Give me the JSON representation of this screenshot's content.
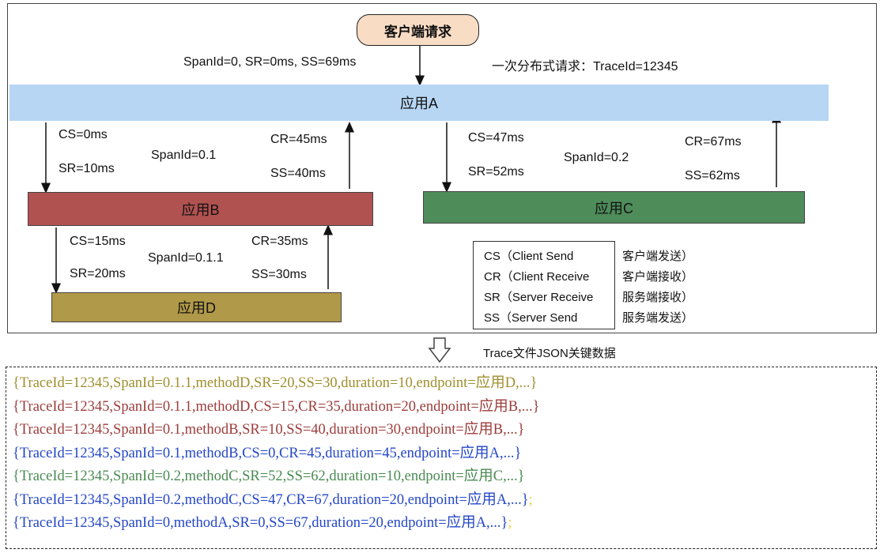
{
  "client_request": "客户端请求",
  "root_span_label": "SpanId=0, SR=0ms, SS=69ms",
  "trace_note": "一次分布式请求：TraceId=12345",
  "apps": {
    "a": "应用A",
    "b": "应用B",
    "c": "应用C",
    "d": "应用D"
  },
  "edge_ab": {
    "cs": "CS=0ms",
    "sr": "SR=10ms",
    "span": "SpanId=0.1",
    "cr": "CR=45ms",
    "ss": "SS=40ms"
  },
  "edge_ac": {
    "cs": "CS=47ms",
    "sr": "SR=52ms",
    "span": "SpanId=0.2",
    "cr": "CR=67ms",
    "ss": "SS=62ms"
  },
  "edge_bd": {
    "cs": "CS=15ms",
    "sr": "SR=20ms",
    "span": "SpanId=0.1.1",
    "cr": "CR=35ms",
    "ss": "SS=30ms"
  },
  "legend": [
    {
      "abbr": "CS",
      "full": "（Client Send",
      "cn": "客户端发送）"
    },
    {
      "abbr": "CR",
      "full": "（Client Receive",
      "cn": "客户端接收）"
    },
    {
      "abbr": "SR",
      "full": "（Server Receive",
      "cn": "服务端接收）"
    },
    {
      "abbr": "SS",
      "full": "（Server Send",
      "cn": "服务端发送）"
    }
  ],
  "trace_file_caption": "Trace文件JSON关键数据",
  "colors": {
    "olive": "#a08f2e",
    "red": "#9c3d3b",
    "blue": "#2447c7",
    "green": "#4a8a52",
    "yellow": "#e8d23a"
  },
  "json_lines": [
    {
      "text": "{TraceId=12345,SpanId=0.1.1,methodD,SR=20,SS=30,duration=10,endpoint=应用D,...}",
      "suffix": "",
      "color": "#a08f2e"
    },
    {
      "text": "{TraceId=12345,SpanId=0.1.1,methodD,CS=15,CR=35,duration=20,endpoint=应用B,...}",
      "suffix": "",
      "color": "#9c3d3b"
    },
    {
      "text": "{TraceId=12345,SpanId=0.1,methodB,SR=10,SS=40,duration=30,endpoint=应用B,...}",
      "suffix": "",
      "color": "#9c3d3b"
    },
    {
      "text": "{TraceId=12345,SpanId=0.1,methodB,CS=0,CR=45,duration=45,endpoint=应用A,...}",
      "suffix": "",
      "color": "#2447c7"
    },
    {
      "text": "{TraceId=12345,SpanId=0.2,methodC,SR=52,SS=62,duration=10,endpoint=应用C,...}",
      "suffix": "",
      "color": "#4a8a52"
    },
    {
      "text": "{TraceId=12345,SpanId=0.2,methodC,CS=47,CR=67,duration=20,endpoint=应用A,...}",
      "suffix": ";",
      "color": "#2447c7"
    },
    {
      "text": "{TraceId=12345,SpanId=0,methodA,SR=0,SS=67,duration=20,endpoint=应用A,...}",
      "suffix": ";",
      "color": "#2447c7"
    }
  ]
}
